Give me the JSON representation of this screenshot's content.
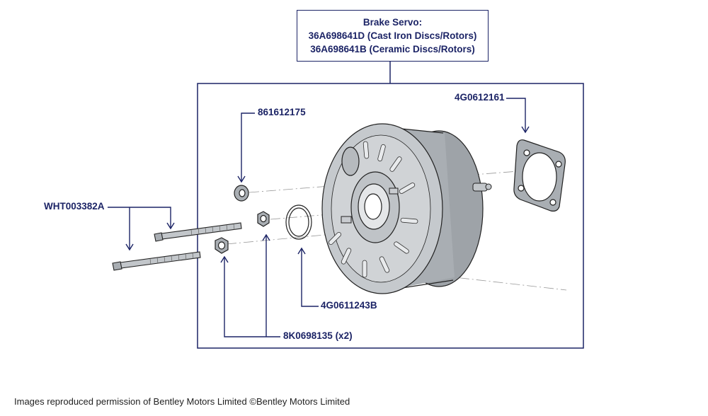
{
  "title_box": {
    "heading": "Brake Servo:",
    "line1": "36A698641D (Cast Iron Discs/Rotors)",
    "line2": "36A698641B (Ceramic Discs/Rotors)"
  },
  "parts": {
    "washer": "861612175",
    "gasket": "4G0612161",
    "bolts": "WHT003382A",
    "o_ring": "4G0611243B",
    "nuts": "8K0698135 (x2)"
  },
  "credit": "Images reproduced permission of Bentley Motors Limited ©Bentley Motors Limited",
  "colors": {
    "callout": "#1c2466",
    "part_fill": "#b8bcc0",
    "part_light": "#d6d9dc",
    "outline": "#222222"
  }
}
